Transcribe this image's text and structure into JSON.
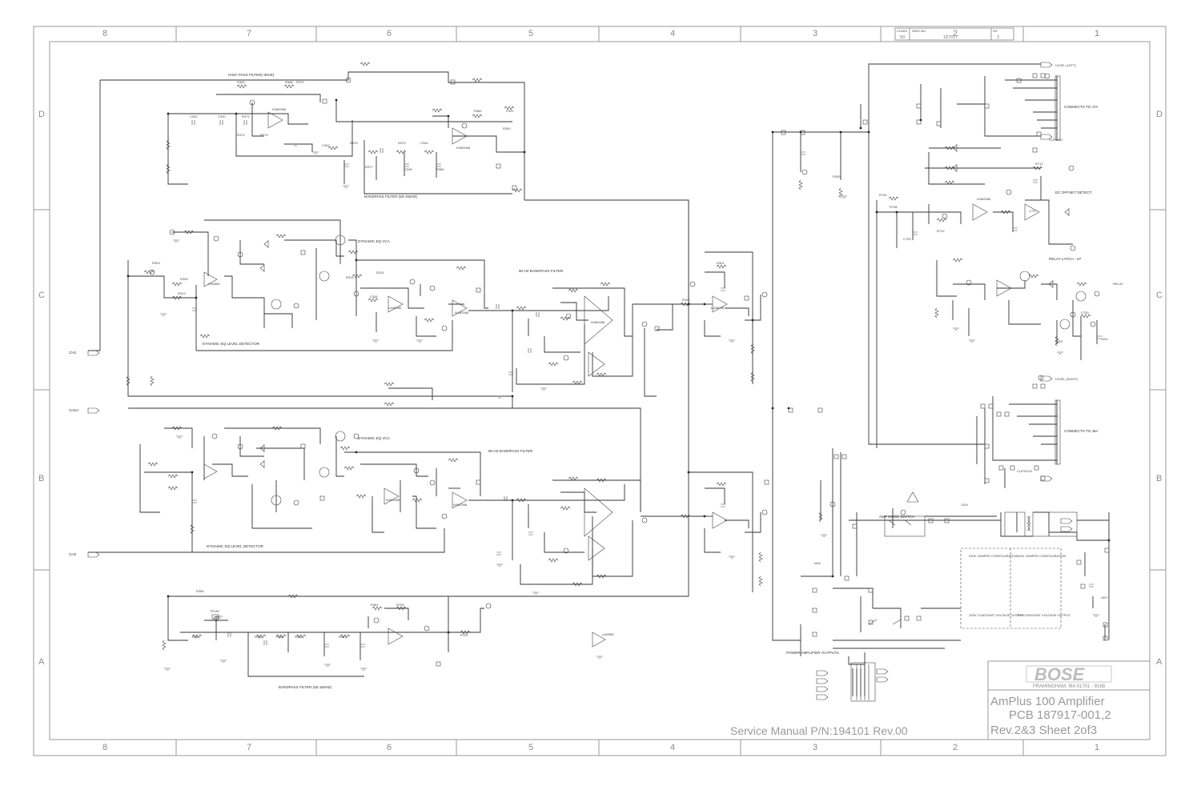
{
  "title_block": {
    "brand": "BOSE",
    "location": "FRAMINGHAM, MA 01701 - 9168",
    "title": "AmPlus 100 Amplifier",
    "pcb": "PCB 187917-001,2",
    "sheet": "Rev.2&3 Sheet 2of3",
    "service_manual": "Service Manual P/N:194101 Rev.00",
    "drawing_number": "187917",
    "class": "50",
    "class_label": "CLASS",
    "dwg_label": "DWG NO.",
    "sh_label": "SH",
    "sh_value": "2"
  },
  "zones": {
    "columns": [
      "8",
      "7",
      "6",
      "5",
      "4",
      "3",
      "2",
      "1"
    ],
    "rows": [
      "D",
      "C",
      "B",
      "A"
    ]
  },
  "sections": {
    "highpass": "HIGH PASS FILTER(-30HZ)",
    "bandpass_top": "BANDPASS FILTER (50-150HZ)",
    "bandpass_bottom": "BANDPASS FILTER (50-150HZ)",
    "dyn_eq_vca_1": "DYNAMIC EQ VCA",
    "dyn_eq_vca_2": "DYNAMIC EQ VCA",
    "dyn_eq_level_1": "DYNAMIC EQ LEVEL DETECTOR",
    "dyn_eq_level_2": "DYNAMIC EQ LEVEL DETECTOR",
    "bandpass_80_1": "80 HZ BANDPASS FILTER",
    "bandpass_80_2": "80 HZ BANDPASS FILTER",
    "dc_offset": "DC OFFSET DETECT",
    "relay_latch": "RELAY LATCH - LP",
    "connects_j7a": "CONNECTS TO J7A",
    "connects_j8a": "CONNECTS TO J8A",
    "amp_mode": "AMP MODE SWITCH",
    "power_out": "POWER AMPLIFIER OUTPUTS",
    "cfg_230": "230V JUMPER CONFIGURATION",
    "cfg_120": "120V JUMPER CONFIGURATION",
    "const_100v": "100V CONSTANT VOLTAGE OUTPUT",
    "const_70v": "70V CONSTANT VOLTAGE OUTPUT",
    "relay": "RELAY",
    "level_left": "LEVEL (LEFT)",
    "level_right": "LEVEL (RIGHT)",
    "clip_1": "CLIP/DCI",
    "clip_2": "CLIP/DCI2"
  },
  "ports": {
    "ch1": "CH1",
    "ch2": "CH2",
    "ch1a": "CH1A",
    "tp": "TP140"
  },
  "opamps": [
    "NJM2068",
    "NJM2068",
    "LM4558",
    "LA3806E",
    "NJM2068",
    "NJM2068",
    "LA3806E",
    "NJM2068",
    "NJM2068",
    "LM4558",
    "NJM2068"
  ],
  "parts": [
    "R369",
    "R368",
    "R370",
    "C331",
    "C330",
    "R371",
    "R372",
    "R373",
    "C342",
    "R376",
    "R377",
    "R379",
    "C344",
    "C345",
    "R380",
    "R382",
    "C322",
    "R300",
    "R303",
    "R305",
    "R313",
    "R314",
    "C305",
    "R324",
    "R325",
    "R401",
    "R353",
    "R356",
    "R357",
    "R360",
    "R361",
    "R363",
    "R367",
    "R381",
    "R700",
    "R702",
    "R704",
    "R706",
    "R712",
    "R713",
    "C700",
    "C702",
    "C703",
    "C707",
    "J101",
    "J104",
    "J405",
    "J407"
  ]
}
